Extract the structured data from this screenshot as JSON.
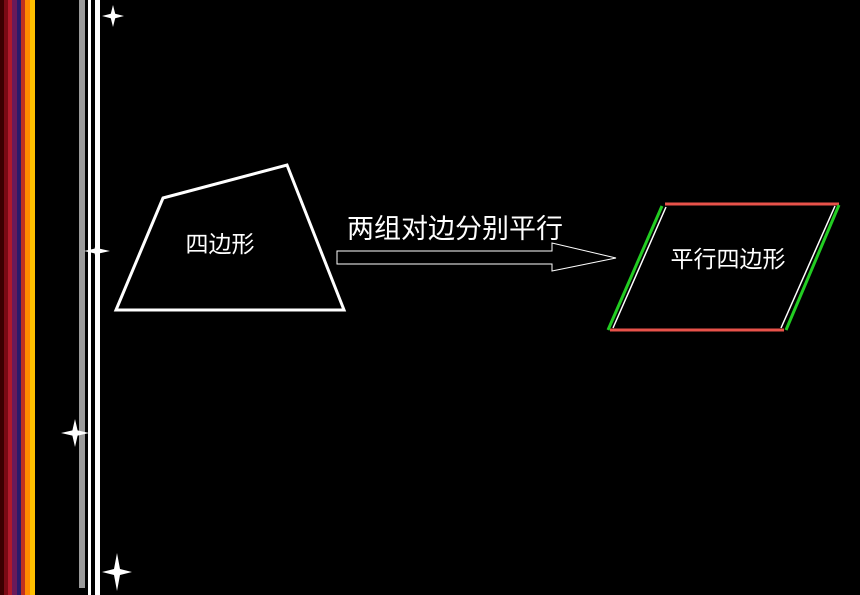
{
  "quadrilateral": {
    "label": "四边形"
  },
  "arrow": {
    "condition": "两组对边分别平行"
  },
  "parallelogram": {
    "label": "平行四边形"
  },
  "colors": {
    "background": "#000000",
    "shape_stroke": "#ffffff",
    "parallel_pair_a": "#e8524a",
    "parallel_pair_b": "#22cc22",
    "left_stripes": [
      "#3a0000",
      "#7a0a14",
      "#b01a2a",
      "#6a1a5a",
      "#2a1a6a",
      "#c03020",
      "#ff8a00",
      "#ffc000"
    ]
  },
  "icons": {
    "decoration": "sparkle-icon"
  }
}
